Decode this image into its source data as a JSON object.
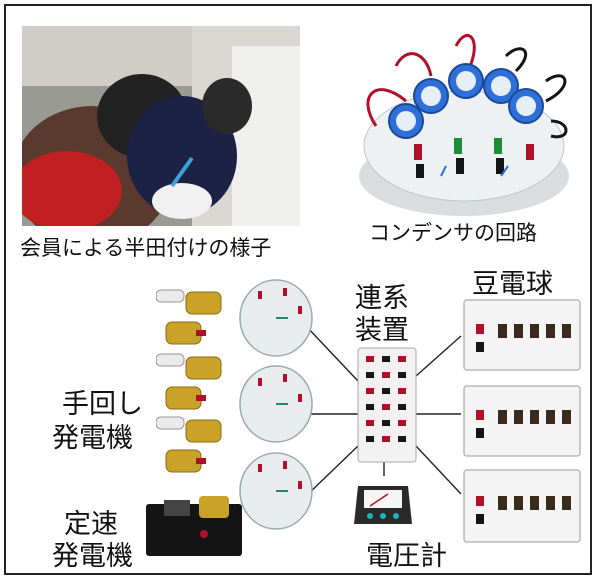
{
  "top_left_caption": "会員による半田付けの様子",
  "top_right_caption": "コンデンサの回路",
  "label_renkei": [
    "連系",
    "装置"
  ],
  "label_mamedenkyu": "豆電球",
  "label_temawashi": [
    "手回し",
    "発電機"
  ],
  "label_teisoku": [
    "定速",
    "発電機"
  ],
  "label_denatsukei": "電圧計",
  "colors": {
    "frame_border": "#222222",
    "cable": "#222222",
    "terminal_red": "#b0102a",
    "terminal_black": "#151515",
    "generator_gold": "#c9a227",
    "capacitor_blue": "#2e6fd8"
  },
  "icons": [
    "workshop-photo",
    "capacitor-circuit",
    "hand-crank-generator",
    "capacitor-disc",
    "interconnect-device",
    "bulb-panel",
    "voltmeter",
    "constant-speed-generator"
  ]
}
